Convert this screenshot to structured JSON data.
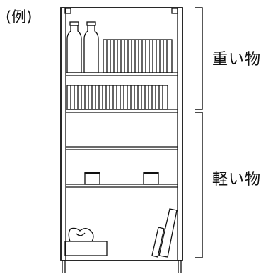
{
  "labels": {
    "example": "(例)",
    "heavy": "重い物",
    "light": "軽い物"
  },
  "colors": {
    "line": "#111111",
    "background": "#ffffff"
  }
}
